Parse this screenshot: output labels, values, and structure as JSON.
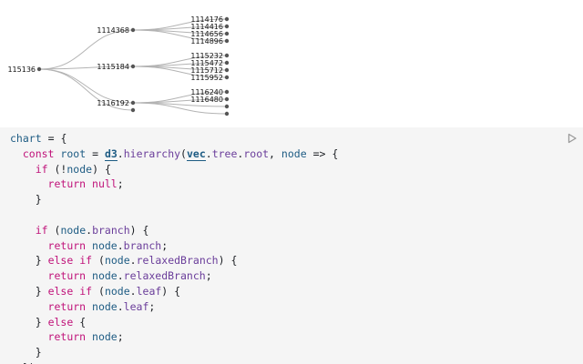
{
  "tree": {
    "root": "115136",
    "children": [
      {
        "label": "1114368",
        "leaves": [
          "1114176",
          "1114416",
          "1114656",
          "1114896"
        ]
      },
      {
        "label": "1115184",
        "leaves": [
          "1115232",
          "1115472",
          "1115712",
          "1115952"
        ]
      },
      {
        "label": "1116192",
        "leaves": [
          "1116240",
          "1116480",
          "",
          ""
        ]
      },
      {
        "label": "",
        "leaves": []
      }
    ]
  },
  "code": {
    "lines": [
      "chart = {",
      "  const root = d3.hierarchy(vec.tree.root, node => {",
      "    if (!node) {",
      "      return null;",
      "    }",
      "",
      "    if (node.branch) {",
      "      return node.branch;",
      "    } else if (node.relaxedBranch) {",
      "      return node.relaxedBranch;",
      "    } else if (node.leaf) {",
      "      return node.leaf;",
      "    } else {",
      "      return node;",
      "    }",
      "  });"
    ]
  },
  "icons": {
    "run": "play-icon"
  },
  "colors": {
    "link": "#b3b3b3",
    "node": "#555555",
    "code_bg": "#f5f5f5"
  }
}
